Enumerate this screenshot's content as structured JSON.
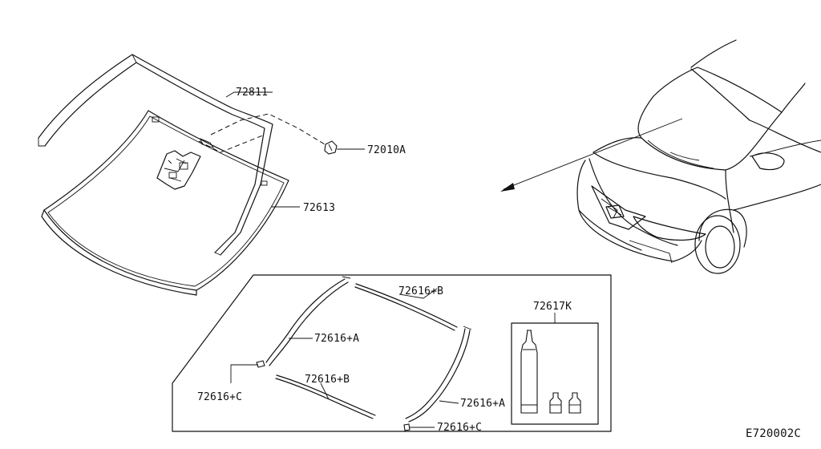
{
  "diagram_id": "E720002C",
  "parts": {
    "moulding_upper": "72811",
    "clip": "72010A",
    "windshield_glass": "72613",
    "dam_a_inner": "72616+A",
    "dam_a_outer": "72616+A",
    "dam_b_upper": "72616+B",
    "dam_b_lower": "72616+B",
    "dam_c_left": "72616+C",
    "dam_c_bottom": "72616+C",
    "adhesive_kit": "72617K"
  }
}
